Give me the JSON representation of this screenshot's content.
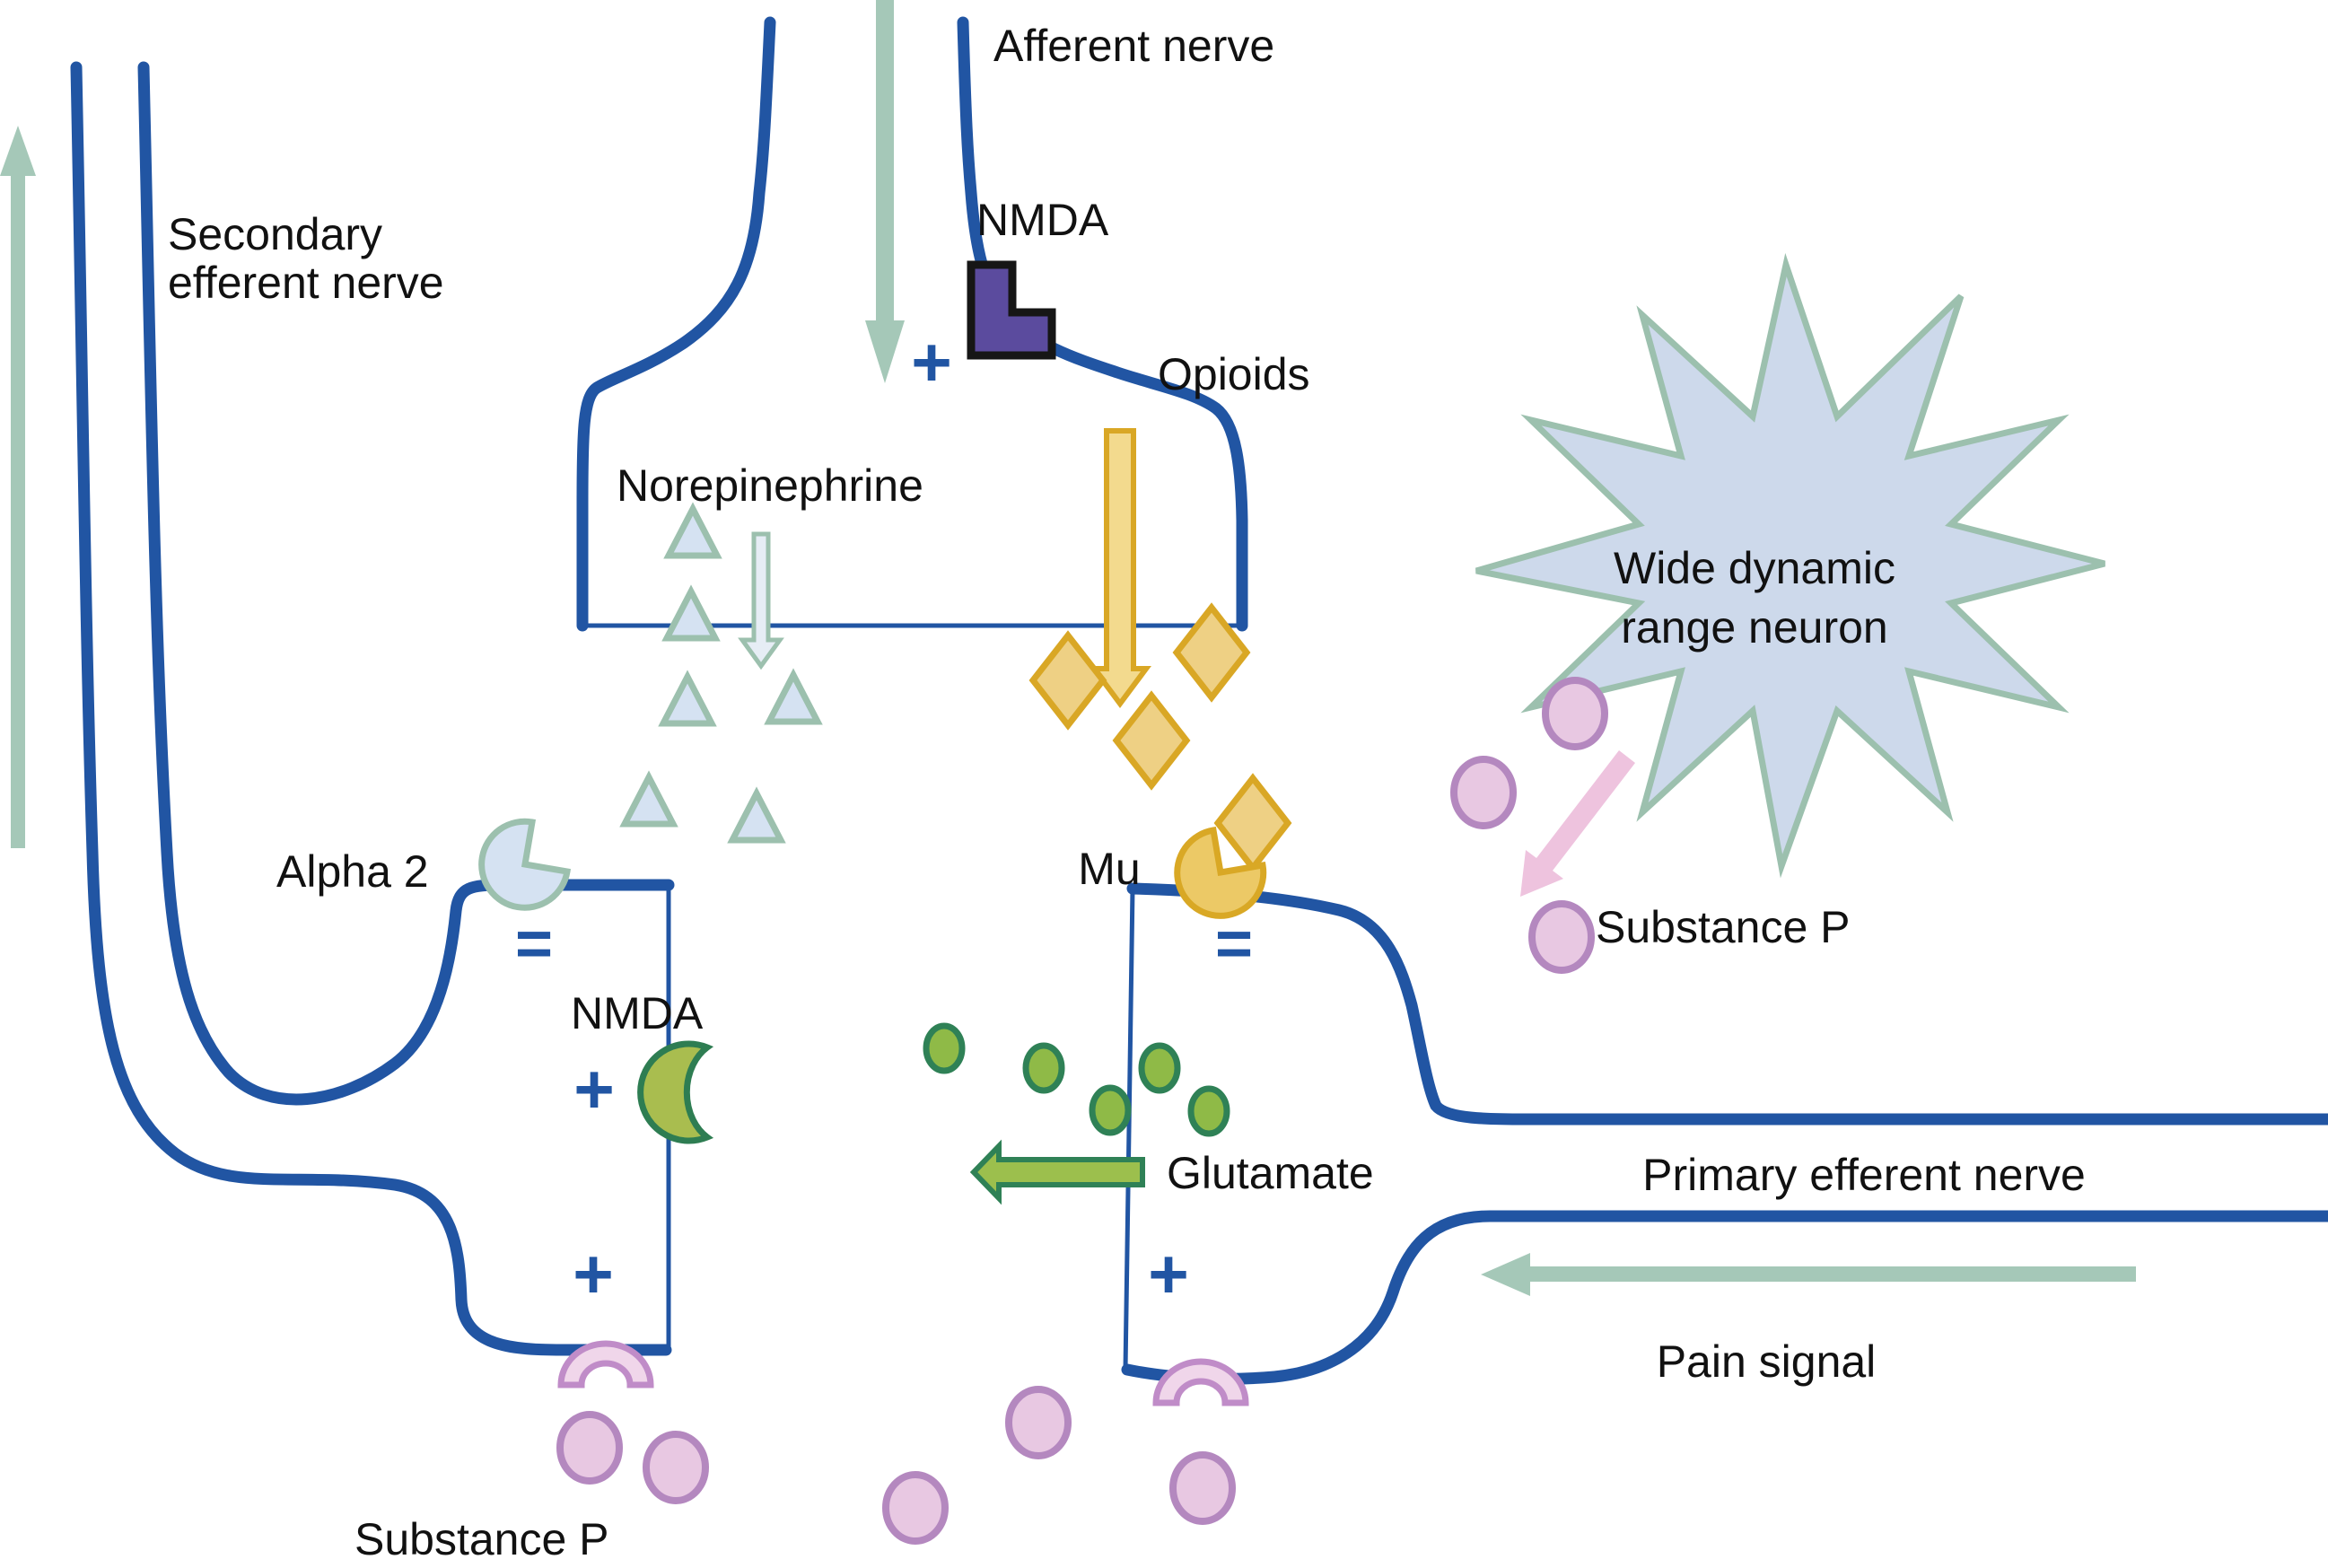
{
  "figure": {
    "type": "synapse-pain-pathway-diagram",
    "labels": {
      "afferent_nerve": "Afferent nerve",
      "secondary_efferent_nerve": [
        "Secondary",
        "efferent nerve"
      ],
      "nmda_presynaptic": "NMDA",
      "opioids": "Opioids",
      "norepinephrine": "Norepinephrine",
      "alpha_2": "Alpha 2",
      "mu": "Mu",
      "nmda_postsynaptic": "NMDA",
      "glutamate": "Glutamate",
      "wide_dynamic_range_neuron": [
        "Wide dynamic",
        "range neuron"
      ],
      "substance_p_right": "Substance P",
      "substance_p_bottom": "Substance P",
      "primary_efferent_nerve": "Primary efferent nerve",
      "pain_signal": "Pain signal"
    },
    "signs": {
      "excitatory": "+",
      "inhibitory": "="
    },
    "icons": {
      "norepinephrine_molecule": "triangle-icon",
      "opioid_molecule": "diamond-icon",
      "glutamate_molecule": "green-circle-icon",
      "substance_p_molecule": "pink-circle-icon",
      "alpha2_receptor": "pacman-icon",
      "mu_receptor": "pacman-icon",
      "nmda_receptor_presynaptic": "purple-l-block-icon",
      "nmda_receptor_postsynaptic": "green-crescent-icon",
      "substance_p_receptor": "pink-arch-icon",
      "wide_dynamic_range_neuron": "starburst-icon",
      "signal_direction": "arrow-icon"
    },
    "colors": {
      "nerve_membrane_blue": "#2155a3",
      "sign_blue": "#2155a3",
      "sage_green_arrow": "#a5c8b8",
      "sage_outline": "#9cc0ae",
      "vesicle_light_blue": "#d5e2f2",
      "opioid_gold_outline": "#d9a725",
      "opioid_gold_fill": "#eed084",
      "nmda_purple": "#5b4b9e",
      "glutamate_dark_green": "#2f8156",
      "glutamate_fill": "#8fba47",
      "crescent_olive": "#a9bd4f",
      "substance_p_outline": "#b488bf",
      "substance_p_fill": "#e8c8e2",
      "substance_p_arrow_pink": "#eec3de",
      "wdr_neuron_fill": "#cdd9eb",
      "text_black": "#111111",
      "background": "#ffffff"
    }
  }
}
